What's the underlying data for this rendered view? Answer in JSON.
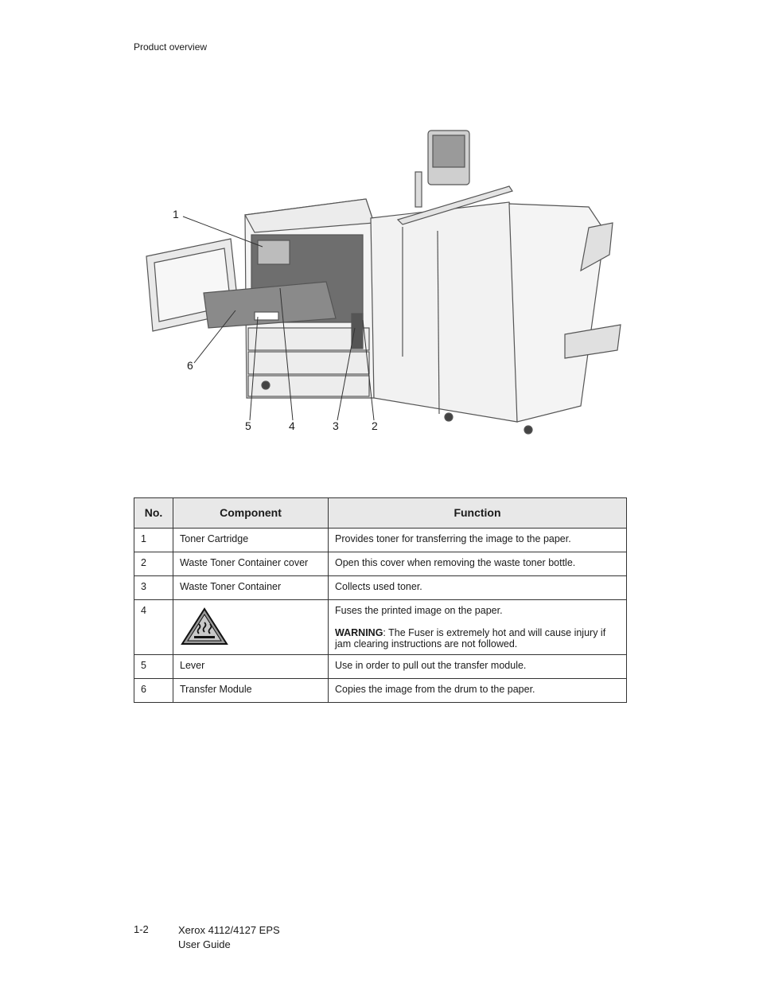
{
  "header": {
    "section": "Product overview"
  },
  "figure": {
    "callouts": [
      "1",
      "6",
      "5",
      "4",
      "3",
      "2"
    ]
  },
  "table": {
    "headers": {
      "no": "No.",
      "component": "Component",
      "function": "Function"
    },
    "rows": [
      {
        "no": "1",
        "component": "Toner Cartridge",
        "function": "Provides toner for transferring the image to the paper."
      },
      {
        "no": "2",
        "component": "Waste Toner Container cover",
        "function": "Open this cover when removing the waste toner bottle."
      },
      {
        "no": "3",
        "component": "Waste Toner Container",
        "function": "Collects used toner."
      },
      {
        "no": "4",
        "component_icon": "hot-surface-warning-icon",
        "function": "Fuses the printed image on the paper.",
        "warning_label": "WARNING",
        "warning_text": ": The Fuser is extremely hot and will cause injury if jam clearing instructions are not followed."
      },
      {
        "no": "5",
        "component": "Lever",
        "function": "Use in order to pull out the transfer module."
      },
      {
        "no": "6",
        "component": "Transfer Module",
        "function": "Copies the image from the drum to the paper."
      }
    ]
  },
  "footer": {
    "page": "1-2",
    "product": "Xerox 4112/4127 EPS",
    "guide": "User Guide"
  }
}
